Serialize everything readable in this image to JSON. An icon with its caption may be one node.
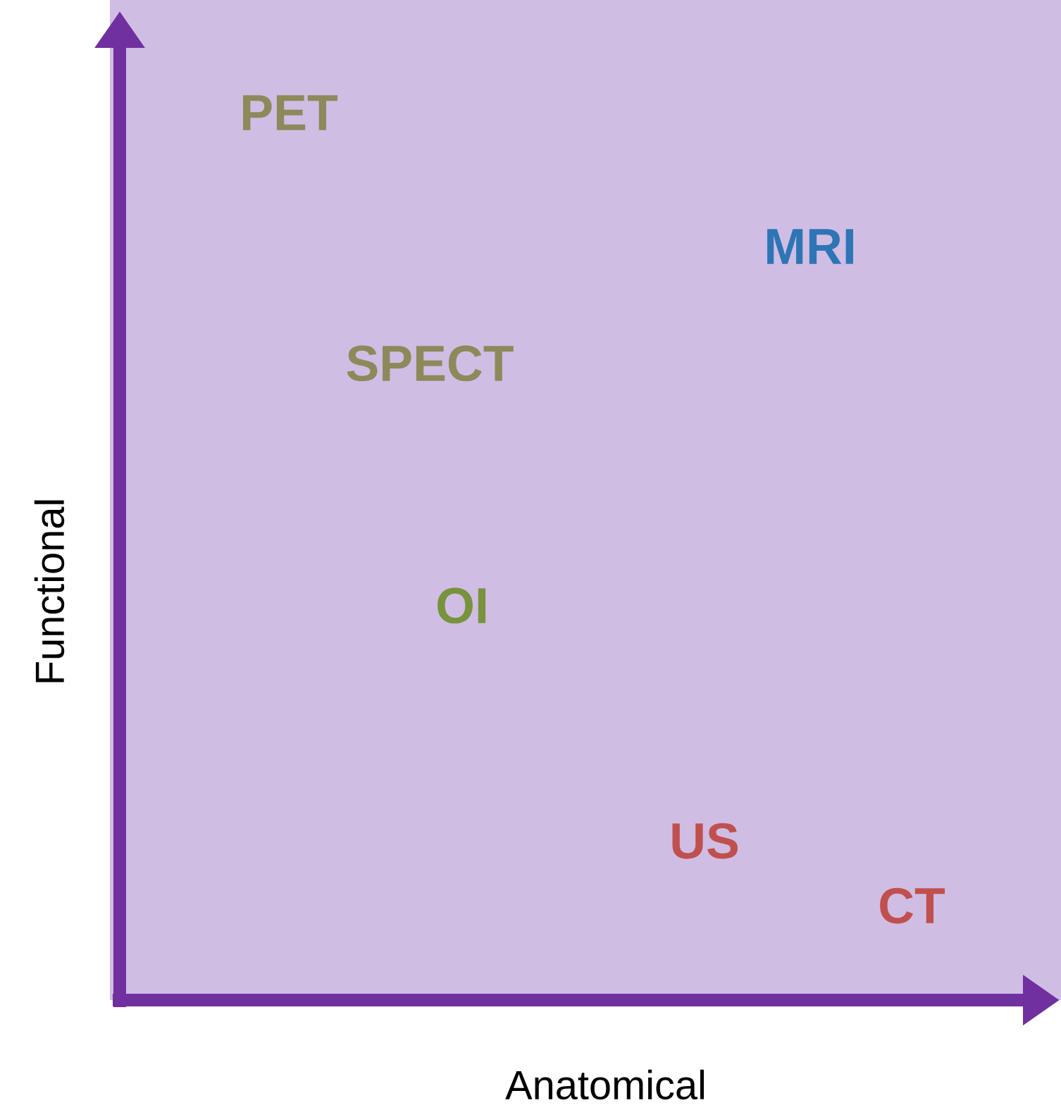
{
  "diagram": {
    "labels": [
      "PET",
      "MRI",
      "SPECT",
      "OI",
      "US",
      "CT",
      "Functional",
      "Anatomical"
    ]
  }
}
